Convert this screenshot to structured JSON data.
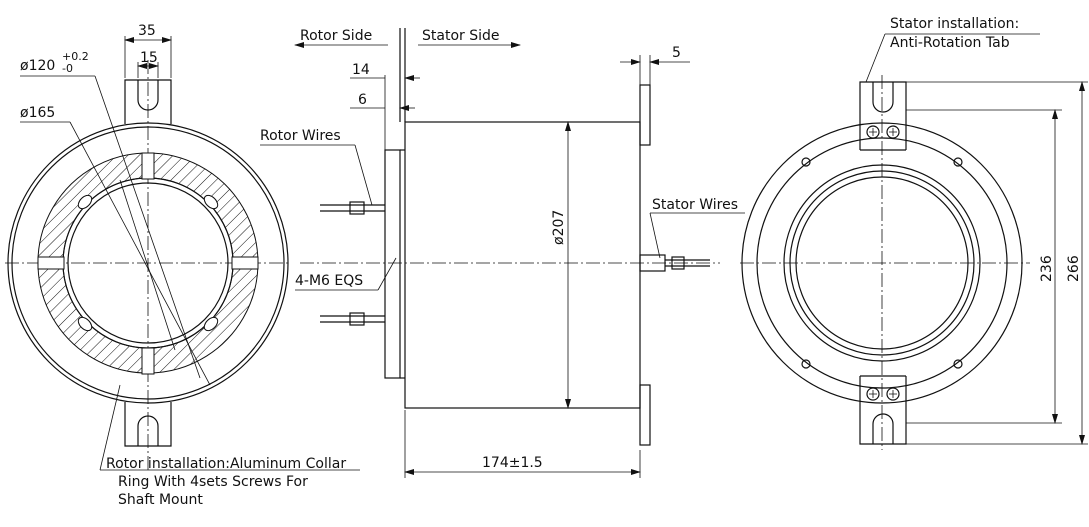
{
  "labels": {
    "rotor_side": "Rotor Side",
    "stator_side": "Stator Side",
    "rotor_wires": "Rotor Wires",
    "stator_wires": "Stator Wires",
    "mount_holes": "4-M6 EQS",
    "stator_install_line1": "Stator installation:",
    "stator_install_line2": "Anti-Rotation Tab",
    "rotor_install_line1": "Rotor installation:Aluminum Collar",
    "rotor_install_line2": "Ring With 4sets Screws For",
    "rotor_install_line3": "Shaft Mount"
  },
  "dimensions": {
    "d35": "35",
    "d15": "15",
    "d120": "ø120",
    "d120_tol_upper": "+0.2",
    "d120_tol_lower": "-0",
    "d165": "ø165",
    "d14": "14",
    "d6": "6",
    "d5": "5",
    "d207": "ø207",
    "d174": "174±1.5",
    "d236": "236",
    "d266": "266"
  }
}
